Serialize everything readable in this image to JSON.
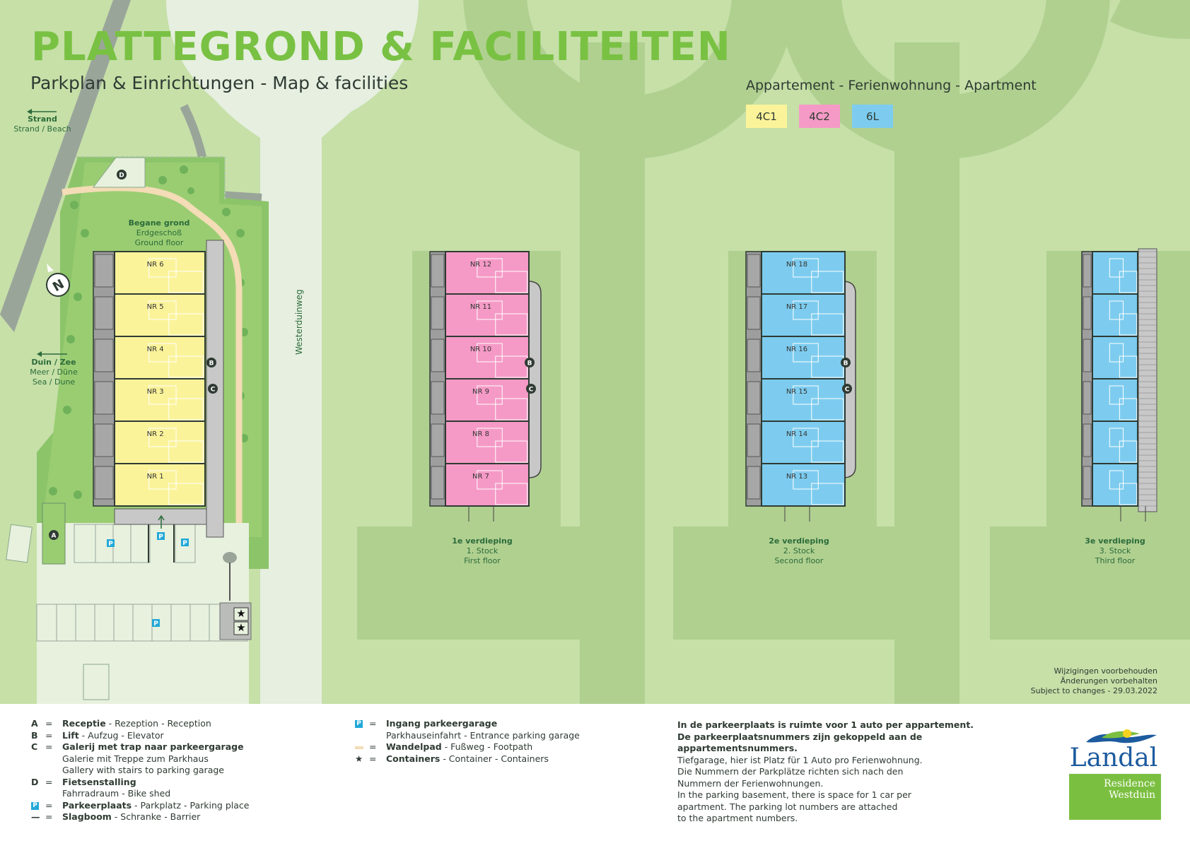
{
  "header": {
    "title": "PLATTEGROND & FACILITEITEN",
    "subtitle": "Parkplan & Einrichtungen  - Map & facilities"
  },
  "apartment_types": {
    "heading": "Appartement - Ferienwohnung - Apartment",
    "items": [
      {
        "label": "4C1",
        "color": "#fbf39a"
      },
      {
        "label": "4C2",
        "color": "#f59ac6"
      },
      {
        "label": "6L",
        "color": "#7dccef"
      }
    ]
  },
  "map": {
    "strand": {
      "bold": "Strand",
      "sub": "Strand / Beach"
    },
    "duin": {
      "bold": "Duin / Zee",
      "sub1": "Meer / Düne",
      "sub2": "Sea / Dune"
    },
    "north": "N",
    "road": "Westerduinweg",
    "facility_markers": [
      "A",
      "B",
      "C",
      "D"
    ],
    "parking_marker": "P",
    "containers_marker": "★",
    "floors": [
      {
        "bold": "Begane grond",
        "line2": "Erdgeschoß",
        "line3": "Ground floor",
        "color": "#fbf39a",
        "units": [
          "NR 6",
          "NR 5",
          "NR 4",
          "NR 3",
          "NR 2",
          "NR 1"
        ]
      },
      {
        "bold": "1e verdieping",
        "line2": "1. Stock",
        "line3": "First floor",
        "color": "#f59ac6",
        "units": [
          "NR 12",
          "NR 11",
          "NR 10",
          "NR 9",
          "NR 8",
          "NR 7"
        ]
      },
      {
        "bold": "2e verdieping",
        "line2": "2. Stock",
        "line3": "Second floor",
        "color": "#7dccef",
        "units": [
          "NR 18",
          "NR 17",
          "NR 16",
          "NR 15",
          "NR 14",
          "NR 13"
        ]
      },
      {
        "bold": "3e verdieping",
        "line2": "3. Stock",
        "line3": "Third floor",
        "color": "#7dccef",
        "units": [
          "",
          "",
          "",
          "",
          "",
          ""
        ]
      }
    ],
    "changes": [
      "Wijzigingen voorbehouden",
      "Änderungen vorbehalten",
      "Subject to changes - 29.03.2022"
    ]
  },
  "legend": {
    "left": [
      {
        "key": "A",
        "bold": "Receptie",
        "rest": " - Rezeption - Reception"
      },
      {
        "key": "B",
        "bold": "Lift",
        "rest": " - Aufzug - Elevator"
      },
      {
        "key": "C",
        "bold": "Galerij met trap naar parkeergarage",
        "rest": "",
        "extra": [
          "Galerie mit Treppe zum Parkhaus",
          "Gallery with stairs to parking garage"
        ]
      },
      {
        "key": "D",
        "bold": "Fietsenstalling",
        "rest": "",
        "extra": [
          "Fahrradraum - Bike shed"
        ]
      },
      {
        "key": "P",
        "bold": "Parkeerplaats",
        "rest": " - Parkplatz - Parking place"
      },
      {
        "key": "—",
        "bold": "Slagboom",
        "rest": " - Schranke - Barrier"
      }
    ],
    "middle": [
      {
        "key": "P",
        "bold": "Ingang parkeergarage",
        "rest": "",
        "extra": [
          "Parkhauseinfahrt - Entrance parking garage"
        ]
      },
      {
        "key": "path",
        "bold": "Wandelpad",
        "rest": " - Fußweg - Footpath"
      },
      {
        "key": "★",
        "bold": "Containers",
        "rest": " - Container - Containers"
      }
    ],
    "eq": "="
  },
  "parking_note": {
    "bold_lines": [
      "In de parkeerplaats is ruimte voor 1 auto per appartement.",
      "De parkeerplaatsnummers zijn gekoppeld aan de",
      "appartementsnummers."
    ],
    "lines": [
      "Tiefgarage, hier ist Platz für 1 Auto pro Ferienwohnung.",
      "Die Nummern der Parkplätze richten sich nach den",
      "Nummern der Ferienwohnungen.",
      "In the parking basement, there is space for 1 car per",
      "apartment. The parking lot numbers are attached",
      "to the apartment numbers."
    ]
  },
  "logo": {
    "brand": "Landal",
    "line1": "Residence",
    "line2": "Westduin"
  }
}
